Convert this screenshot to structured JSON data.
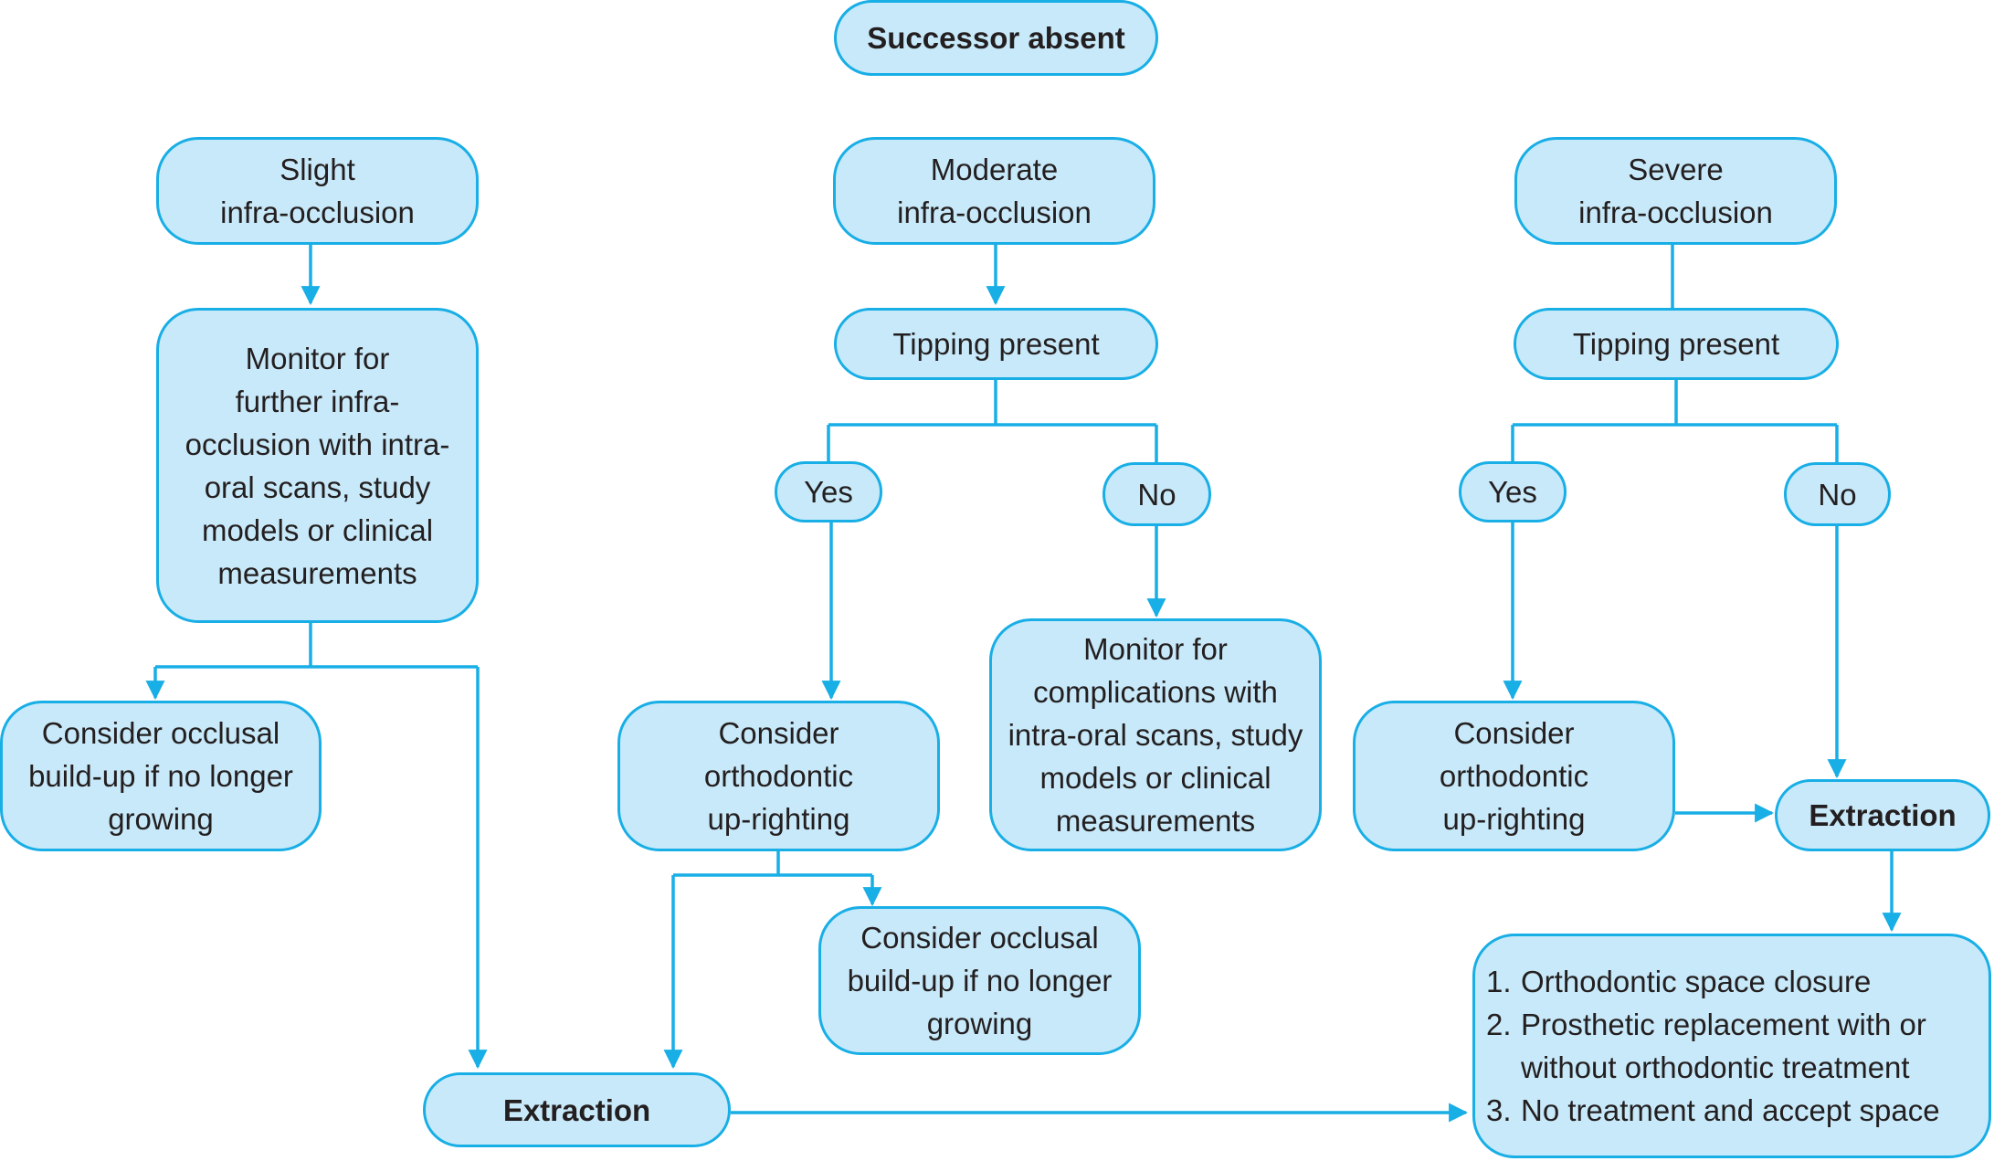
{
  "nodes": {
    "successor_absent": [
      "Successor absent"
    ],
    "slight": [
      "Slight",
      "infra-occlusion"
    ],
    "moderate": [
      "Moderate",
      "infra-occlusion"
    ],
    "severe": [
      "Severe",
      "infra-occlusion"
    ],
    "monitor_infra": [
      "Monitor for",
      "further infra-",
      "occlusion with intra-",
      "oral scans, study",
      "models or clinical",
      "measurements"
    ],
    "tipping_moderate": [
      "Tipping present"
    ],
    "tipping_severe": [
      "Tipping present"
    ],
    "yes_moderate": [
      "Yes"
    ],
    "no_moderate": [
      "No"
    ],
    "yes_severe": [
      "Yes"
    ],
    "no_severe": [
      "No"
    ],
    "occlusal_left": [
      "Consider occlusal",
      "build-up if no longer",
      "growing"
    ],
    "upright_moderate": [
      "Consider",
      "orthodontic",
      "up-righting"
    ],
    "monitor_complications": [
      "Monitor for",
      "complications with",
      "intra-oral scans, study",
      "models or clinical",
      "measurements"
    ],
    "upright_severe": [
      "Consider",
      "orthodontic",
      "up-righting"
    ],
    "extraction_severe": [
      "Extraction"
    ],
    "occlusal_middle": [
      "Consider occlusal",
      "build-up if no longer",
      "growing"
    ],
    "extraction_bottom": [
      "Extraction"
    ]
  },
  "options": {
    "items": [
      {
        "number": "1.",
        "lines": [
          "Orthodontic space closure"
        ]
      },
      {
        "number": "2.",
        "lines": [
          "Prosthetic replacement with or",
          "without orthodontic treatment"
        ]
      },
      {
        "number": "3.",
        "lines": [
          "No treatment and accept space"
        ]
      }
    ]
  },
  "colors": {
    "box_fill": "#c8e9f9",
    "box_border": "#18aee6",
    "connector": "#18aee6",
    "text": "#231f20"
  }
}
